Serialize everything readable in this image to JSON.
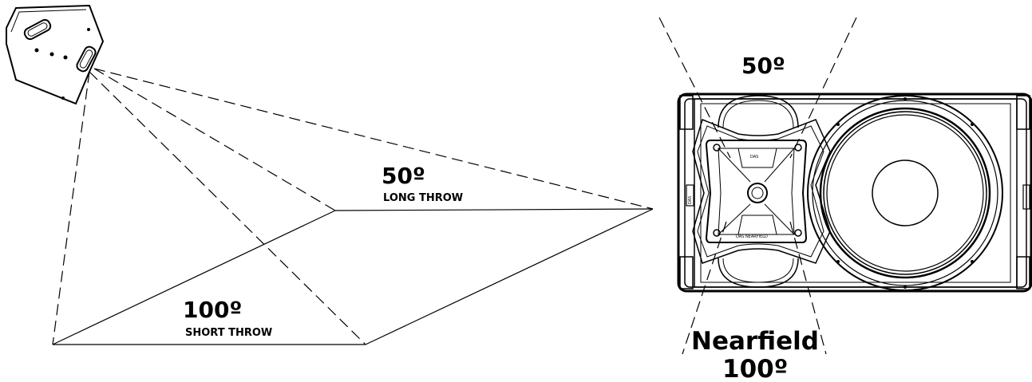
{
  "long_throw": {
    "angle": "50º",
    "label": "LONG THROW"
  },
  "short_throw": {
    "angle": "100º",
    "label": "SHORT THROW"
  },
  "top_angle": "50º",
  "bottom_label": {
    "name": "Nearfield",
    "angle": "100º"
  },
  "speaker_badge": "DAS",
  "horn_labels": {
    "top": "DAS",
    "bottom": "DAS NEARFIELD"
  }
}
